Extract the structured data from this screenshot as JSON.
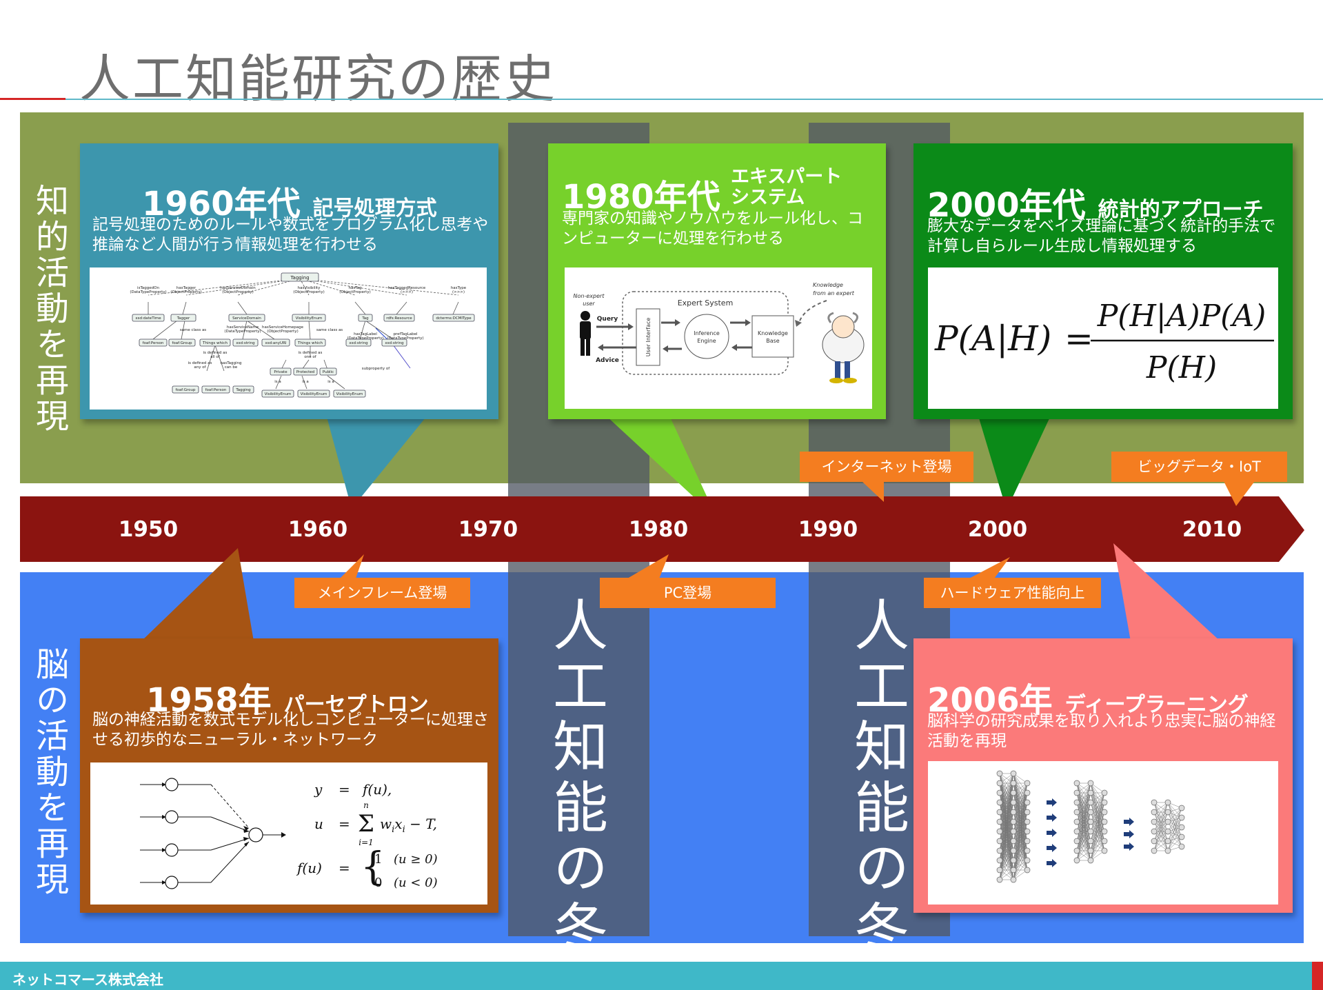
{
  "title": "人工知能研究の歴史",
  "side_labels": {
    "top": "知的活動を再現",
    "bottom": "脳の活動を再現"
  },
  "winters": [
    {
      "text": "人工知能の冬"
    },
    {
      "text": "人工知能の冬"
    }
  ],
  "timeline": {
    "years": [
      "1950",
      "1960",
      "1970",
      "1980",
      "1990",
      "2000",
      "2010"
    ]
  },
  "labels_top": [
    "インターネット登場",
    "ビッグデータ・IoT"
  ],
  "labels_bottom": [
    "メインフレーム登場",
    "PC登場",
    "ハードウェア性能向上"
  ],
  "boxes": {
    "b1960": {
      "year": "1960年代",
      "name": "記号処理方式",
      "desc": "記号処理のためのルールや数式をプログラム化し思考や推論など人間が行う情報処理を行わせる"
    },
    "b1980": {
      "year": "1980年代",
      "name_l1": "エキスパート",
      "name_l2": "システム",
      "desc": "専門家の知識やノウハウをルール化し、コンピューターに処理を行わせる"
    },
    "b2000": {
      "year": "2000年代",
      "name": "統計的アプローチ",
      "desc": "膨大なデータをベイズ理論に基づく統計的手法で計算し自らルール生成し情報処理する"
    },
    "b1958": {
      "year": "1958年",
      "name": "パーセプトロン",
      "desc": "脳の神経活動を数式モデル化しコンピューターに処理させる初歩的なニューラル・ネットワーク"
    },
    "b2006": {
      "year": "2006年",
      "name": "ディープラーニング",
      "desc": "脳科学の研究成果を取り入れより忠実に脳の神経活動を再現"
    }
  },
  "ontology": {
    "root": "Tagging",
    "edges": [
      "isTaggedOn",
      "hasTagger",
      "hasServiceDomain",
      "hasVisibility",
      "hasTag",
      "hasTaggedResource",
      "hasType"
    ],
    "props": [
      "(DataTypeProperty)",
      "(ObjectProperty)",
      "(ObjectProperty)",
      "(ObjectProperty)",
      "(ObjectProperty)",
      "(>>>)",
      "(>>>)"
    ],
    "nodes": [
      "xsd:dateTime",
      "Tagger",
      "ServiceDomain",
      "VisibilityEnum",
      "Tag",
      "rdfs:Resource",
      "dcterms:DCMIType"
    ],
    "same_class": "same class as",
    "row3": [
      "foaf:Person",
      "foaf:Group",
      "Things which",
      "xsd:string",
      "xsd:anyURI",
      "Things which",
      "xsd:string",
      "xsd:string"
    ],
    "mid_edges": [
      "hasServiceName",
      "hasServiceHomepage",
      "hasTagLabel",
      "prefTagLabel"
    ],
    "mid_props": [
      "(DataTypeProperty)",
      "(ObjectProperty)",
      "(DataTypeProperty)",
      "(DataTypeProperty)"
    ],
    "defined_a": [
      "is defined as",
      "all of"
    ],
    "defined_b": [
      "is defined as",
      "any of"
    ],
    "has_tagging": [
      "hasTagging",
      "can be"
    ],
    "defined_c": [
      "is defined as",
      "one of"
    ],
    "subproperty": "subproperty of",
    "row4": [
      "foaf:Group",
      "foaf:Person",
      "Tagging"
    ],
    "vis_values": [
      "Private",
      "Protected",
      "Public"
    ],
    "is_a": "is a",
    "row5": [
      "VisibilityEnum",
      "VisibilityEnum",
      "VisibilityEnum"
    ]
  },
  "expert": {
    "system": "Expert System",
    "user": [
      "Non-expert",
      "user"
    ],
    "query": "Query",
    "advice": "Advice",
    "ui": "User Interface",
    "engine": [
      "Inference",
      "Engine"
    ],
    "kb": [
      "Knowledge",
      "Base"
    ],
    "knowledge": [
      "Knowledge",
      "from an expert"
    ]
  },
  "bayes": {
    "lhs": "P(A|H)",
    "eq": "=",
    "num": "P(H|A)P(A)",
    "den": "P(H)"
  },
  "perceptron": {
    "eq1": {
      "lhs": "y",
      "op": "=",
      "rhs": "f(u),"
    },
    "eq2": {
      "lhs": "u",
      "op": "=",
      "sum_top": "n",
      "sum": "Σ",
      "sum_bot": "i=1",
      "rhs": "w",
      "sub_i": "i",
      "x": "x",
      "sub_i2": "i",
      "tail": " − T,"
    },
    "eq3": {
      "lhs": "f(u)",
      "op": "=",
      "c1v": "1",
      "c1c": "(u ≥ 0)",
      "c2v": "0",
      "c2c": "(u < 0)"
    }
  },
  "footer": "ネットコマース株式会社",
  "colors": {
    "olive": "#8a9e4e",
    "blue": "#4380f4",
    "winter": "#525864",
    "timeline": "#8b1410",
    "teal_box": "#3d96ad",
    "green_box": "#77d12b",
    "dark_green_box": "#0b8a18",
    "brown_box": "#a65414",
    "pink_box": "#fb7a7a",
    "orange": "#f47d20",
    "footer": "#3fb8c8",
    "accent_red": "#d52626"
  }
}
